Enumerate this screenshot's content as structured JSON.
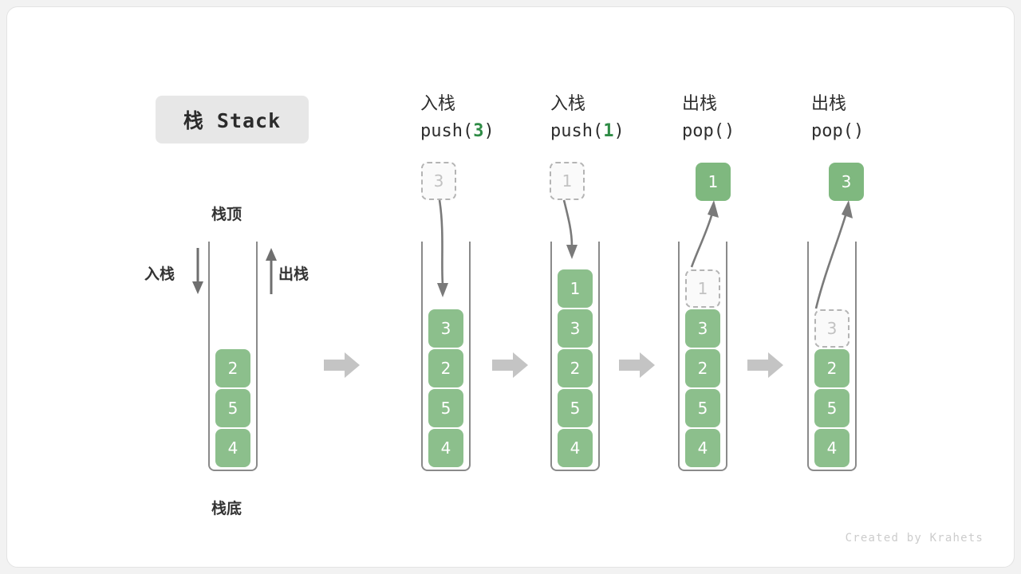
{
  "title_badge": {
    "label": "栈 Stack"
  },
  "watermark": {
    "text": "Created by Krahets"
  },
  "colors": {
    "cell_fill": "#8cbf8c",
    "ghost_border": "#b4b4b4",
    "accent_green": "#2e8b45",
    "arrow_gray": "#c2c2c2",
    "frame_gray": "#8a8a8a"
  },
  "legend": {
    "top_label": "栈顶",
    "bottom_label": "栈底",
    "push_label": "入栈",
    "pop_label": "出栈"
  },
  "columns": [
    {
      "header_cn": "",
      "header_code_pre": "",
      "header_code_num": "",
      "header_code_post": "",
      "cells": [
        "2",
        "5",
        "4"
      ]
    },
    {
      "header_cn": "入栈",
      "header_code_pre": "push(",
      "header_code_num": "3",
      "header_code_post": ")",
      "float_value": "3",
      "float_kind": "ghost",
      "cells": [
        "3",
        "2",
        "5",
        "4"
      ]
    },
    {
      "header_cn": "入栈",
      "header_code_pre": "push(",
      "header_code_num": "1",
      "header_code_post": ")",
      "float_value": "1",
      "float_kind": "ghost",
      "cells": [
        "1",
        "3",
        "2",
        "5",
        "4"
      ]
    },
    {
      "header_cn": "出栈",
      "header_code_pre": "pop(",
      "header_code_num": "",
      "header_code_post": ")",
      "float_value": "1",
      "float_kind": "filled",
      "cells": [
        "1",
        "3",
        "2",
        "5",
        "4"
      ],
      "ghost_index": 0
    },
    {
      "header_cn": "出栈",
      "header_code_pre": "pop(",
      "header_code_num": "",
      "header_code_post": ")",
      "float_value": "3",
      "float_kind": "filled",
      "cells": [
        "3",
        "2",
        "5",
        "4"
      ],
      "ghost_index": 0
    }
  ],
  "step_arrows": [
    "step-arrow-1",
    "step-arrow-2",
    "step-arrow-3",
    "step-arrow-4"
  ]
}
